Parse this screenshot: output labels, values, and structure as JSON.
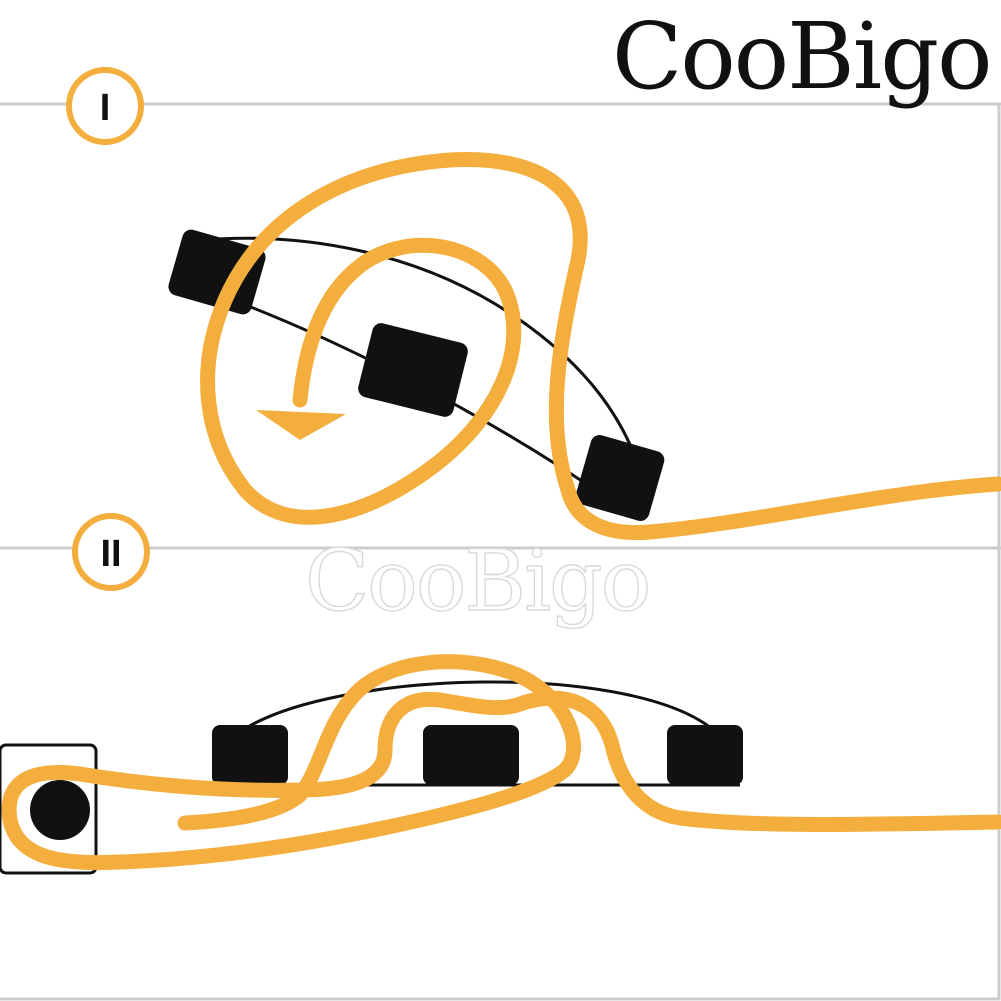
{
  "brand": {
    "logo_text": "CooBigo",
    "watermark_text": "CooBigo"
  },
  "steps": [
    {
      "label": "I"
    },
    {
      "label": "II"
    }
  ],
  "colors": {
    "rope": "#f3ae3d",
    "buckle": "#111111",
    "panel_border": "#cccccc",
    "outline": "#111111"
  }
}
